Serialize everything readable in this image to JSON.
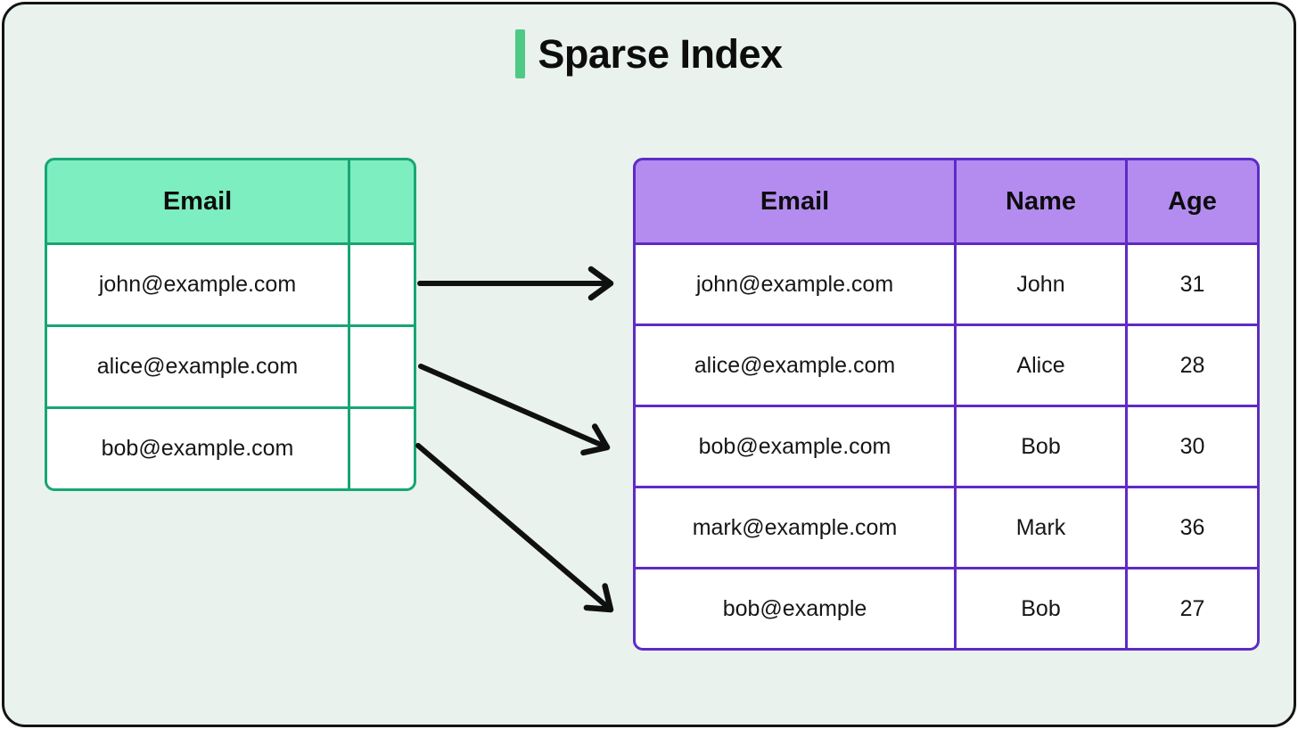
{
  "page": {
    "title": "Sparse Index"
  },
  "theme": {
    "background": "#e9f2ed",
    "frame_border": "#141414",
    "title_accent": "#4fc986",
    "index_table_border": "#17a673",
    "index_table_header_fill": "#7deec0",
    "data_table_border": "#5e2bc5",
    "data_table_header_fill": "#b48cf0",
    "arrow_color": "#101010"
  },
  "index_table": {
    "columns": [
      "Email",
      ""
    ],
    "rows": [
      "john@example.com",
      "alice@example.com",
      "bob@example.com"
    ]
  },
  "data_table": {
    "columns": [
      "Email",
      "Name",
      "Age"
    ],
    "rows": [
      {
        "email": "john@example.com",
        "name": "John",
        "age": "31"
      },
      {
        "email": "alice@example.com",
        "name": "Alice",
        "age": "28"
      },
      {
        "email": "bob@example.com",
        "name": "Bob",
        "age": "30"
      },
      {
        "email": "mark@example.com",
        "name": "Mark",
        "age": "36"
      },
      {
        "email": "bob@example",
        "name": "Bob",
        "age": "27"
      }
    ]
  },
  "arrows": [
    {
      "from": "john@example.com",
      "to": "john@example.com"
    },
    {
      "from": "alice@example.com",
      "to": "bob@example.com"
    },
    {
      "from": "bob@example.com",
      "to": "bob@example"
    }
  ]
}
